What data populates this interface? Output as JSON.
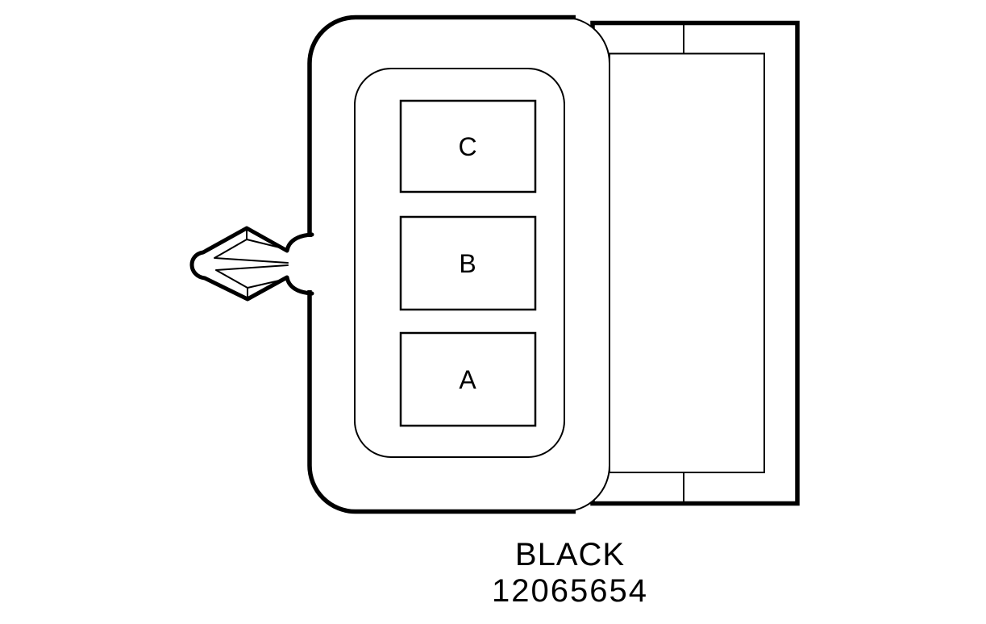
{
  "diagram": {
    "cavities": [
      {
        "id": "C",
        "label": "C"
      },
      {
        "id": "B",
        "label": "B"
      },
      {
        "id": "A",
        "label": "A"
      }
    ],
    "caption": {
      "color": "BLACK",
      "part_number": "12065654"
    },
    "colors": {
      "line": "#000000",
      "background": "#ffffff"
    }
  }
}
